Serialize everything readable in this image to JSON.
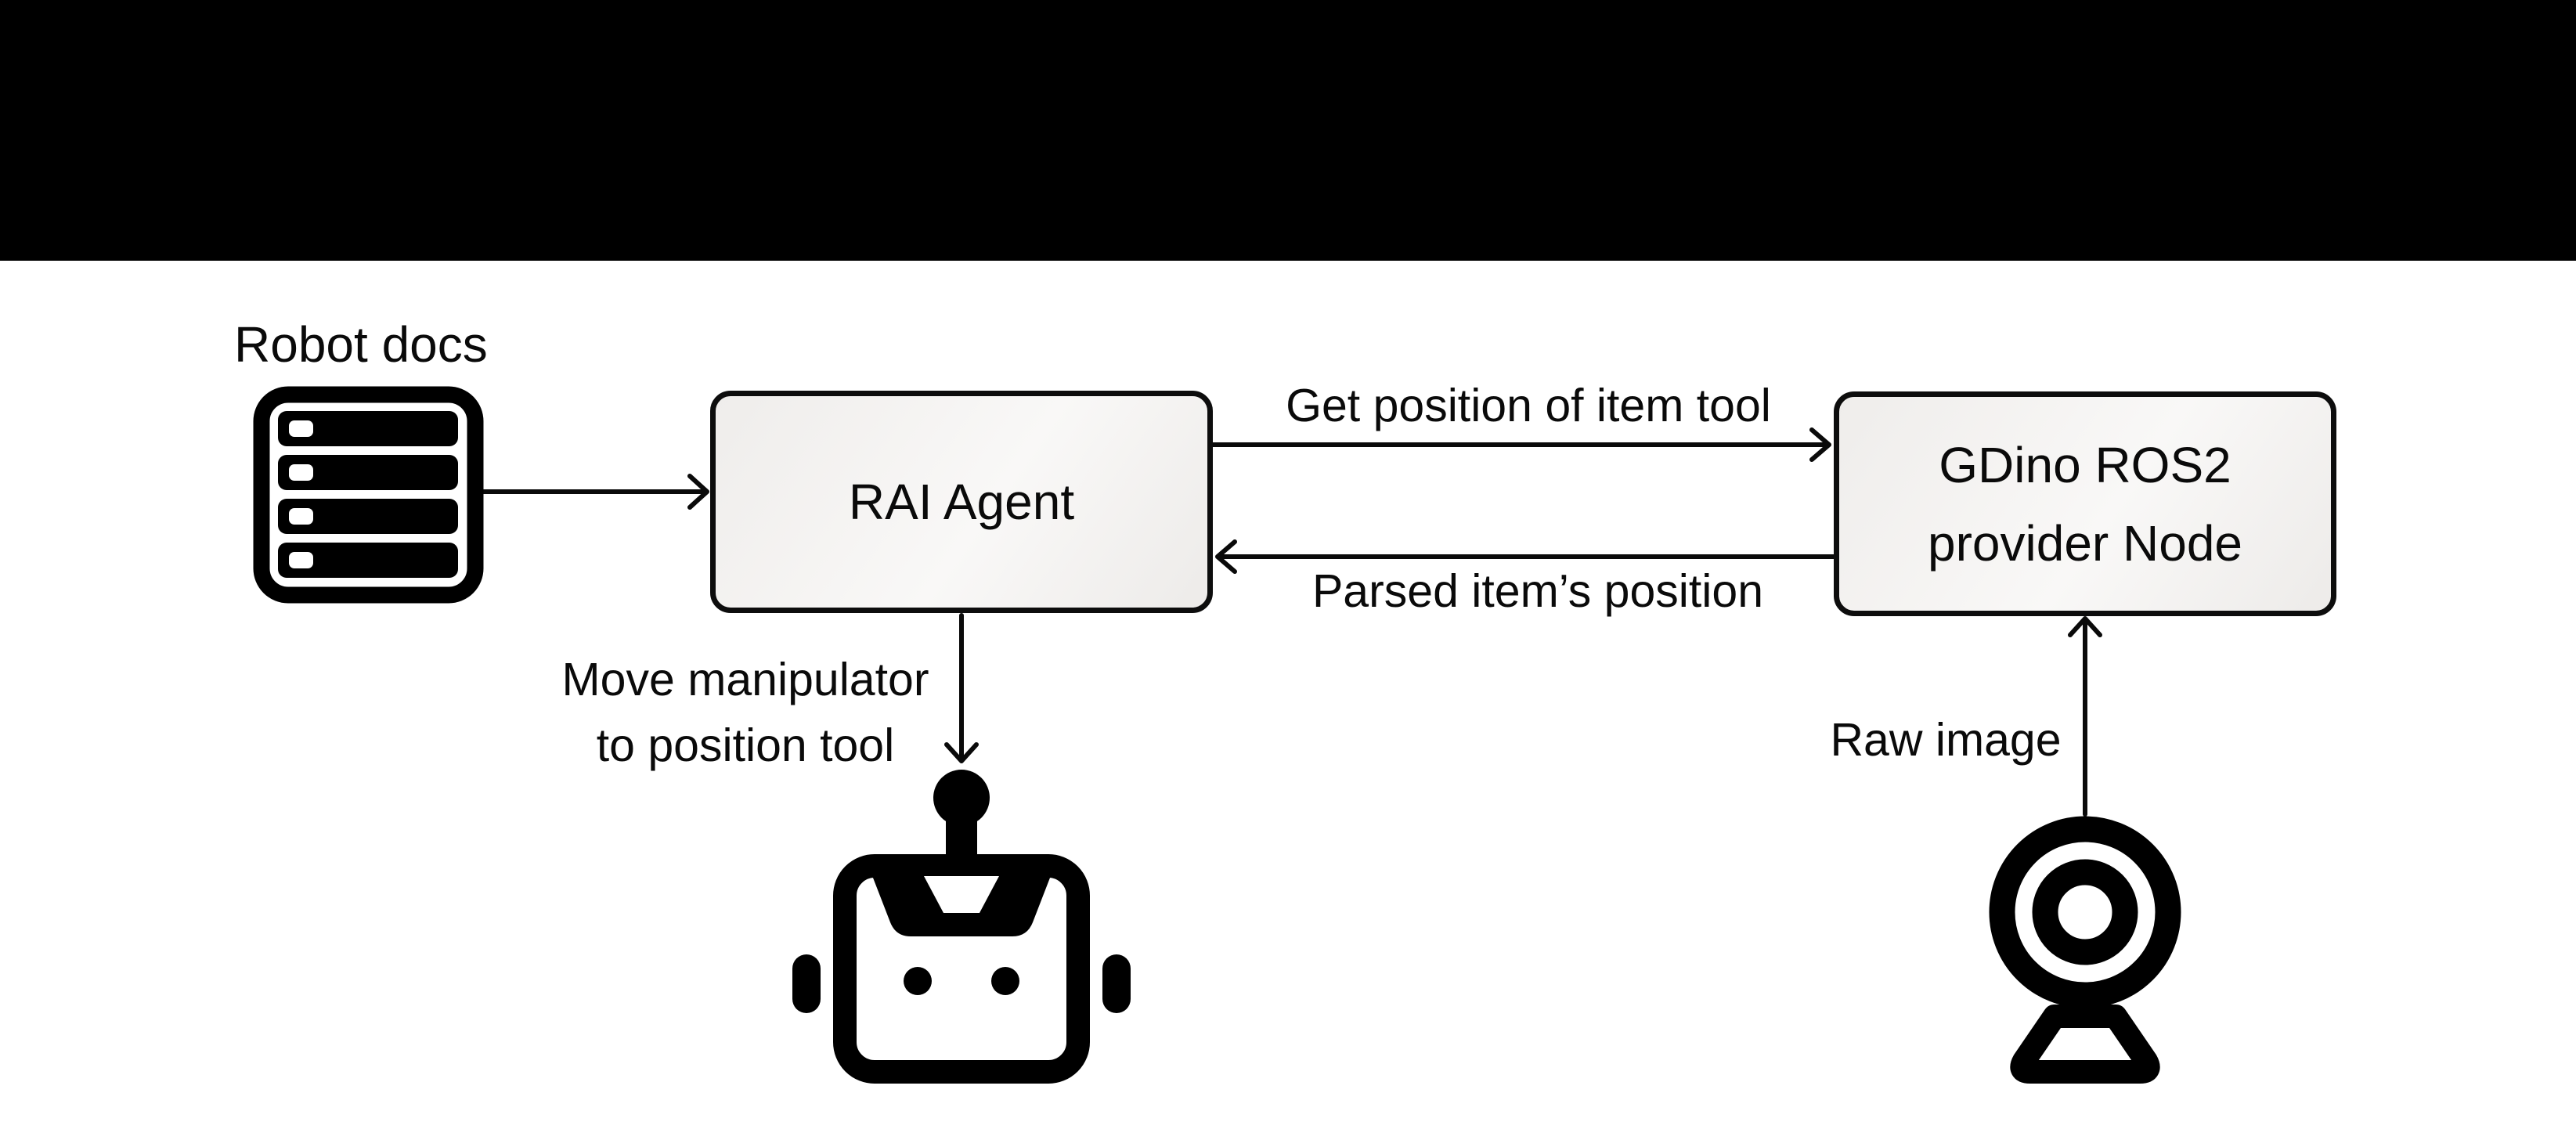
{
  "canvas": {
    "background_color": "#ffffff",
    "topbar_color": "#000000",
    "node_border_color": "#0d0d0d",
    "node_fill_light": "#f9f8f7",
    "node_fill_dark": "#edebe9",
    "line_color": "#0a0a0a"
  },
  "nodes": {
    "robot_docs": {
      "label": "Robot docs",
      "icon": "server-icon"
    },
    "rai_agent": {
      "label": "RAI Agent"
    },
    "gdino": {
      "label_line1": "GDino ROS2",
      "label_line2": "provider Node"
    },
    "manipulator": {
      "icon": "robot-icon"
    },
    "camera": {
      "icon": "webcam-icon"
    }
  },
  "edges": {
    "docs_to_agent": {
      "from": "robot_docs",
      "to": "rai_agent",
      "label": ""
    },
    "get_position": {
      "from": "rai_agent",
      "to": "gdino",
      "label": "Get position of item tool"
    },
    "parsed_position": {
      "from": "gdino",
      "to": "rai_agent",
      "label": "Parsed item’s position"
    },
    "move_manipulator": {
      "from": "rai_agent",
      "to": "manipulator",
      "label": "Move manipulator\nto position tool"
    },
    "raw_image": {
      "from": "camera",
      "to": "gdino",
      "label": "Raw image"
    }
  }
}
